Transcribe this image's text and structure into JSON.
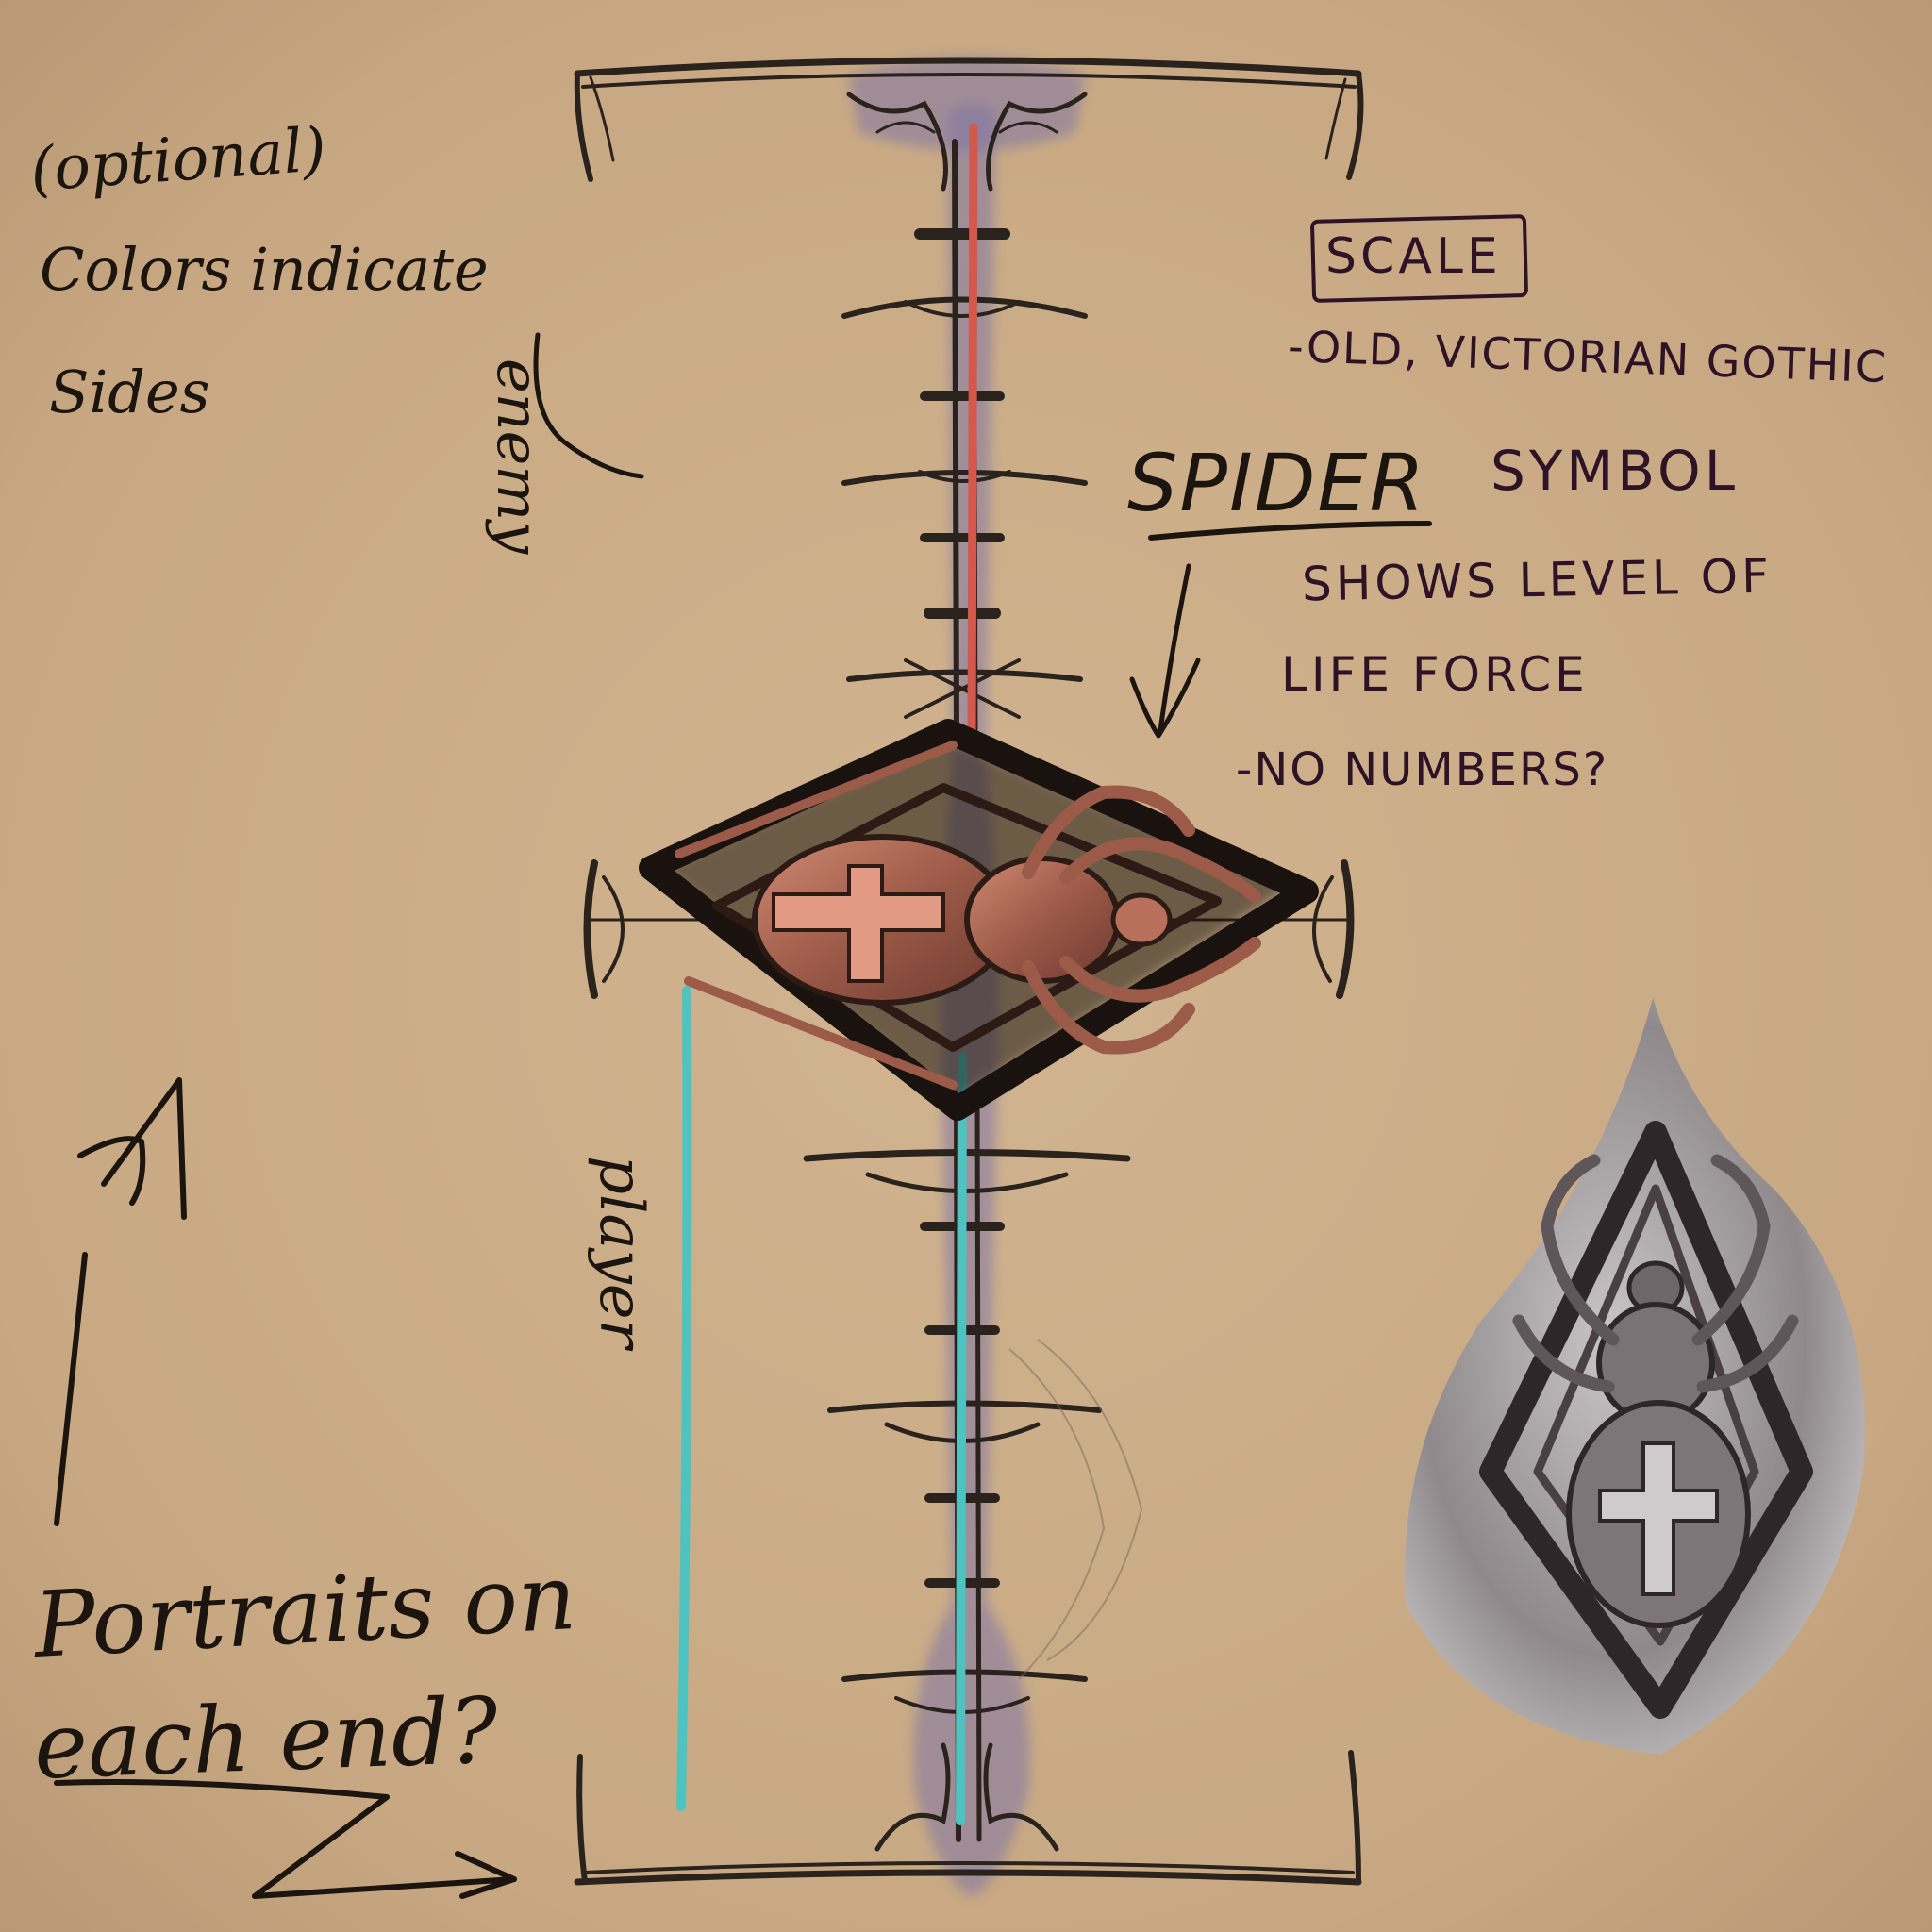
{
  "notes": {
    "optional": "(optional)",
    "colors_line1": "Colors indicate",
    "colors_line2": "Sides",
    "enemy": "enemy",
    "player": "player",
    "portraits_line1": "Portraits on",
    "portraits_line2": "each end?"
  },
  "scale_box": {
    "title": "SCALE",
    "point1": "-OLD, VICTORIAN GOTHIC",
    "spider": "SPIDER",
    "symbol": "SYMBOL",
    "shows_line1": "SHOWS LEVEL OF",
    "shows_line2": "LIFE FORCE",
    "point3": "-NO NUMBERS?"
  },
  "colors": {
    "paper": "#c9ab86",
    "ink": "#2a221c",
    "enemy_bar": "#d4584c",
    "player_bar": "#4fc3c0",
    "spine_purple": "#7f74a6",
    "spider_copper": "#b8705c",
    "alt_design_grey": "#8a8486"
  }
}
